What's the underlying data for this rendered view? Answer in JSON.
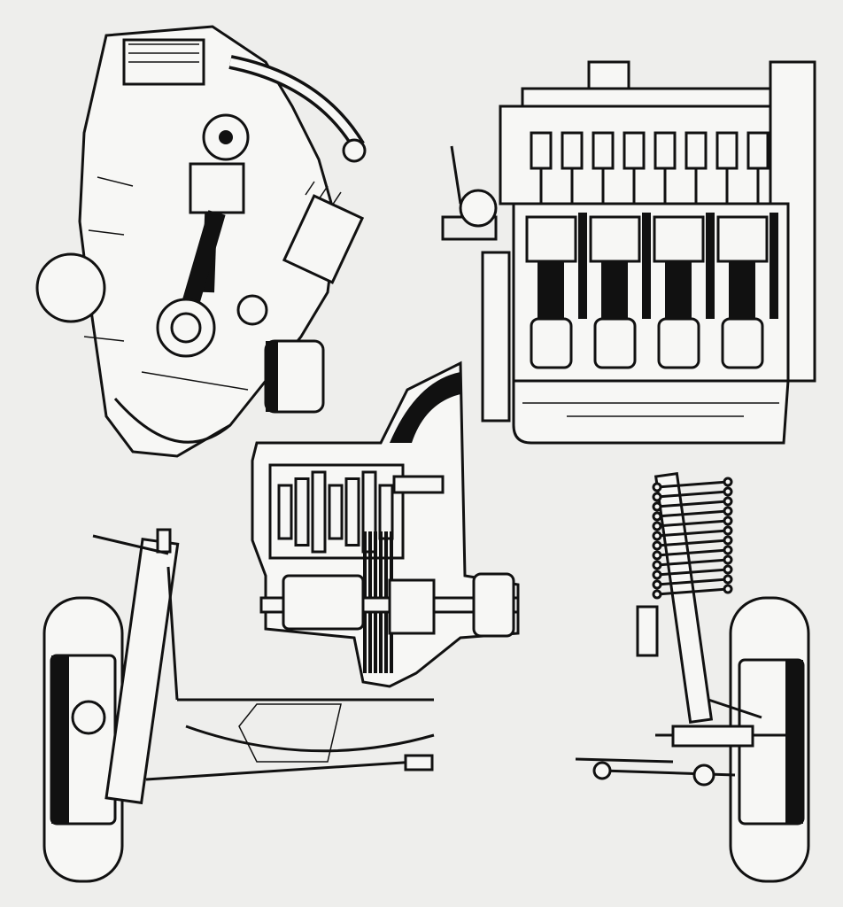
{
  "colors": {
    "paper": "#eeeeec",
    "ink": "#111111",
    "fill": "#f7f7f5"
  },
  "figures": [
    {
      "id": "engine-side-section"
    },
    {
      "id": "engine-longitudinal-section"
    },
    {
      "id": "gearbox-section"
    },
    {
      "id": "front-suspension-left"
    },
    {
      "id": "rear-suspension-right"
    }
  ]
}
